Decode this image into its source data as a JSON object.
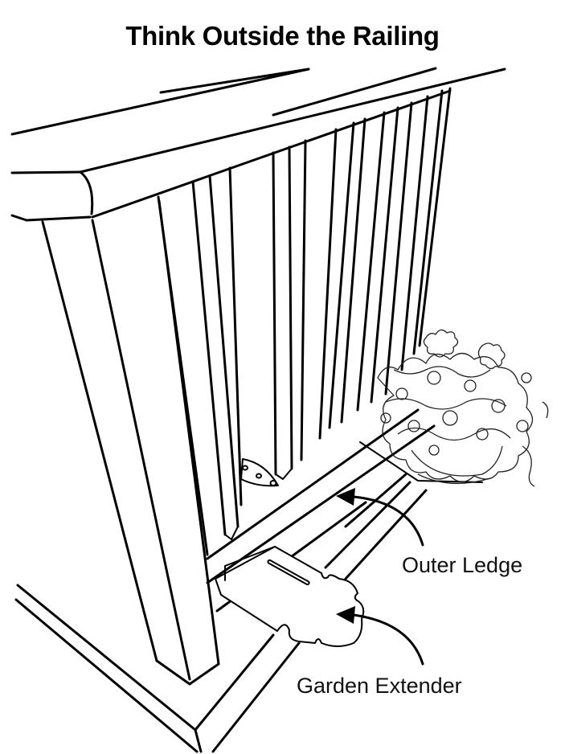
{
  "title": "Think Outside the Railing",
  "labels": {
    "outer_ledge": "Outer Ledge",
    "garden_extender": "Garden Extender"
  },
  "colors": {
    "background": "#ffffff",
    "ink": "#000000"
  },
  "icons": {
    "ledge_arrow": "curved-arrow-left-icon",
    "extender_arrow": "curved-arrow-left-icon"
  }
}
